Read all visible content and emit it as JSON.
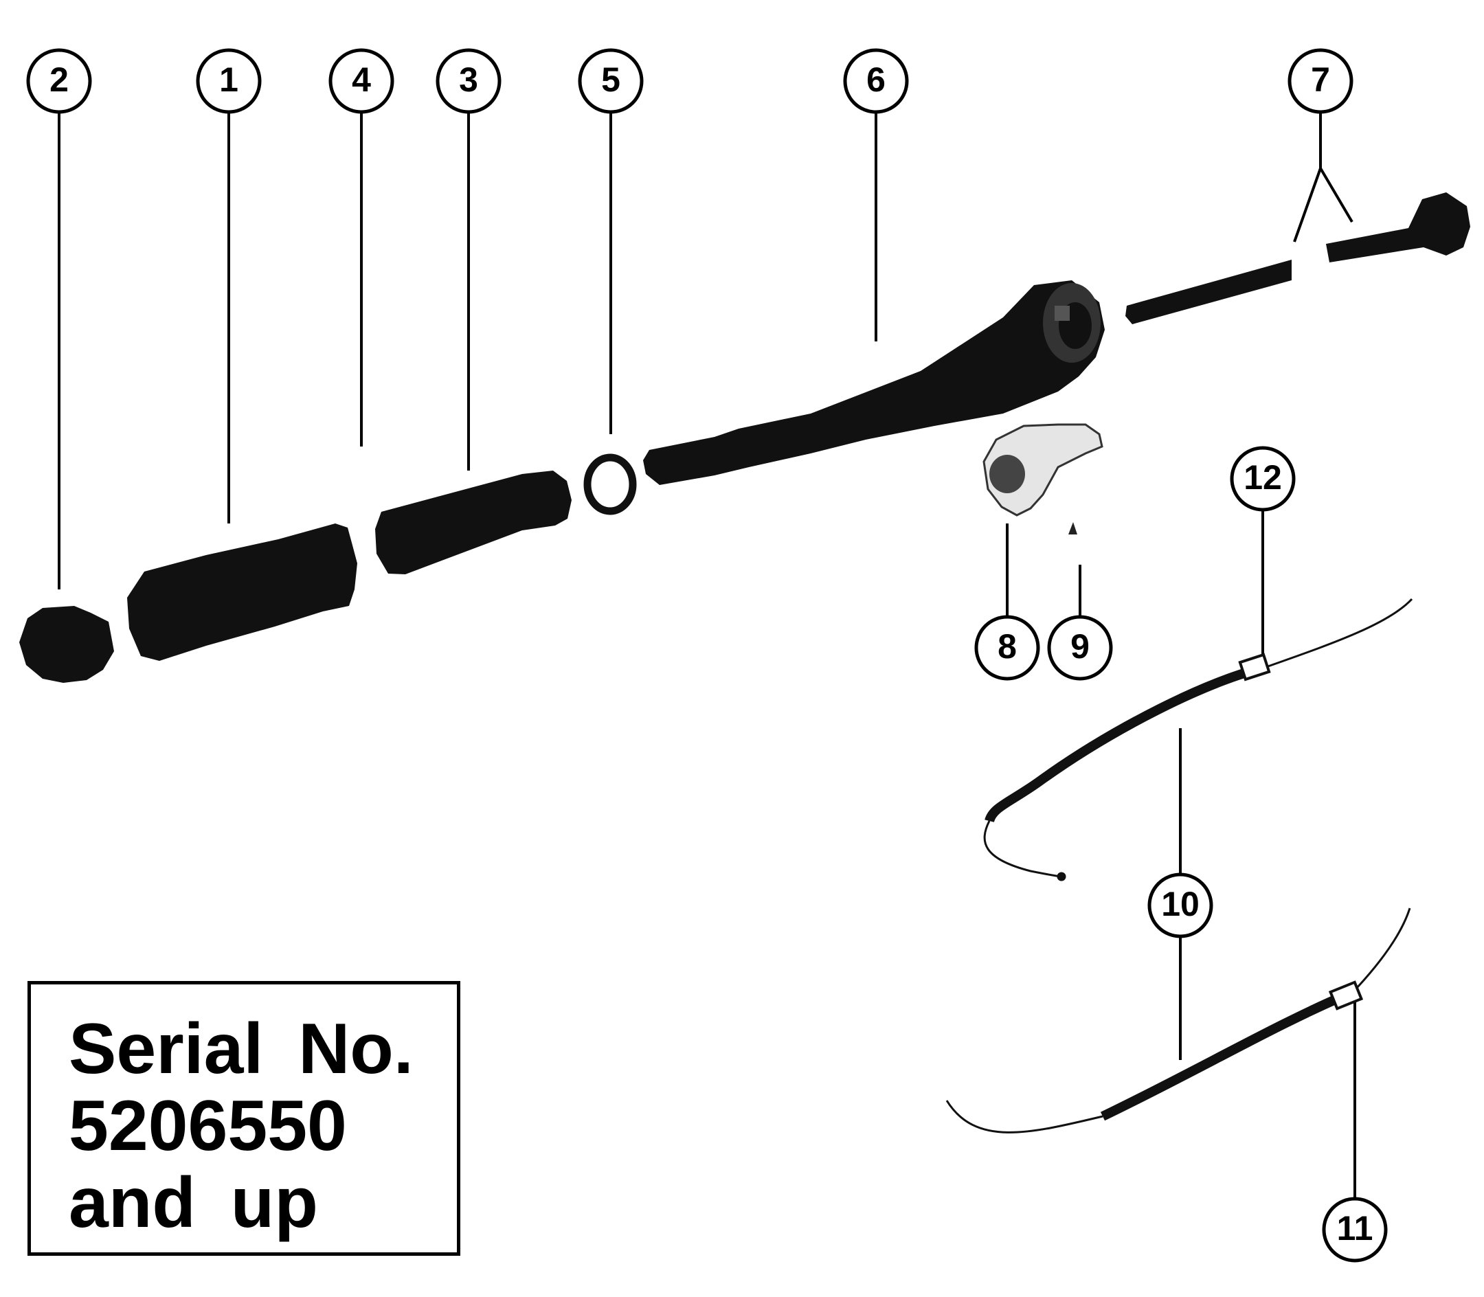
{
  "callouts": [
    {
      "id": "2",
      "label": "2"
    },
    {
      "id": "1",
      "label": "1"
    },
    {
      "id": "4",
      "label": "4"
    },
    {
      "id": "3",
      "label": "3"
    },
    {
      "id": "5",
      "label": "5"
    },
    {
      "id": "6",
      "label": "6"
    },
    {
      "id": "7",
      "label": "7"
    },
    {
      "id": "12",
      "label": "12"
    },
    {
      "id": "8",
      "label": "8"
    },
    {
      "id": "9",
      "label": "9"
    },
    {
      "id": "10",
      "label": "10"
    },
    {
      "id": "11",
      "label": "11"
    }
  ],
  "serial_note": {
    "line1": "Serial No.",
    "line2": "5206550",
    "line3": "and up"
  },
  "colors": {
    "ink": "#000000",
    "paper": "#ffffff",
    "part_fill": "#111111"
  }
}
